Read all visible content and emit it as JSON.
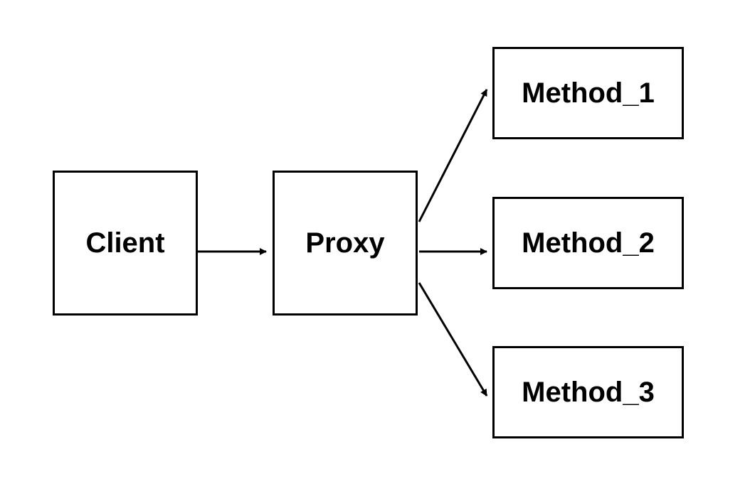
{
  "diagram": {
    "nodes": {
      "client": {
        "label": "Client"
      },
      "proxy": {
        "label": "Proxy"
      },
      "method_1": {
        "label": "Method_1"
      },
      "method_2": {
        "label": "Method_2"
      },
      "method_3": {
        "label": "Method_3"
      }
    },
    "edges": [
      {
        "from": "Client",
        "to": "Proxy"
      },
      {
        "from": "Proxy",
        "to": "Method_1"
      },
      {
        "from": "Proxy",
        "to": "Method_2"
      },
      {
        "from": "Proxy",
        "to": "Method_3"
      }
    ],
    "colors": {
      "stroke": "#000000",
      "background": "#ffffff",
      "text": "#000000"
    }
  }
}
